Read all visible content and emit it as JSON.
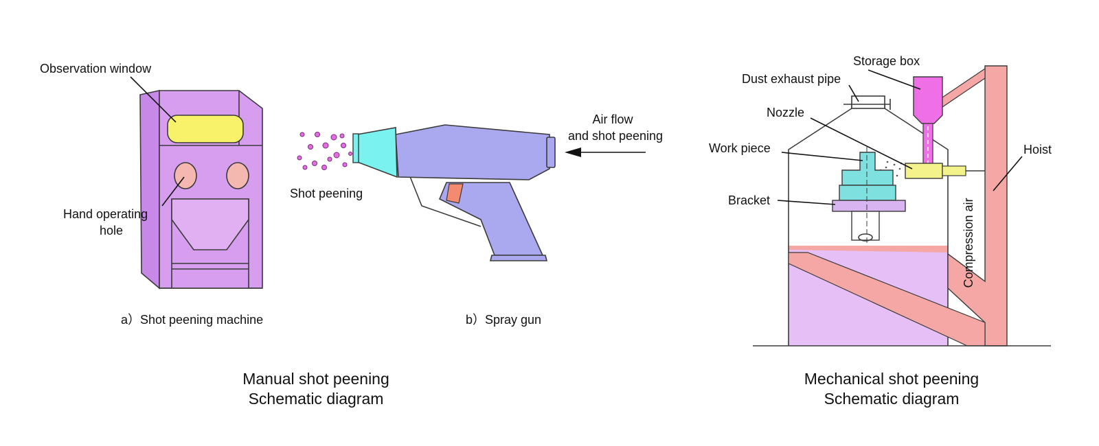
{
  "manual": {
    "labels": {
      "observation_window": "Observation window",
      "hand_hole_line1": "Hand operating",
      "hand_hole_line2": "hole",
      "shot_peening": "Shot peening",
      "air_flow_line1": "Air flow",
      "air_flow_line2": "and shot peening"
    },
    "sub_captions": {
      "a": "a）Shot peening machine",
      "b": "b）Spray gun"
    },
    "caption_line1": "Manual shot peening",
    "caption_line2": "Schematic diagram"
  },
  "mechanical": {
    "labels": {
      "storage_box": "Storage box",
      "dust_exhaust_pipe": "Dust exhaust pipe",
      "nozzle": "Nozzle",
      "work_piece": "Work piece",
      "bracket": "Bracket",
      "hoist": "Hoist",
      "compression_air": "Compression air"
    },
    "caption_line1": "Mechanical shot peening",
    "caption_line2": "Schematic diagram"
  },
  "colors": {
    "cabinet": "#d79ef0",
    "window": "#f7f26a",
    "hand_hole": "#f4b8b0",
    "gun": "#aaa8ef",
    "gun_nozzle": "#7af2f0",
    "trigger": "#f48a70",
    "shot": "#e070e0",
    "storage_box": "#ee6fe6",
    "hoist": "#f4a7a4",
    "workpiece": "#7fe0e0",
    "bracket": "#d8b4f0",
    "nozzle_mech": "#f4f28a",
    "bin": "#e6bff7",
    "line": "#3a3a3a"
  }
}
